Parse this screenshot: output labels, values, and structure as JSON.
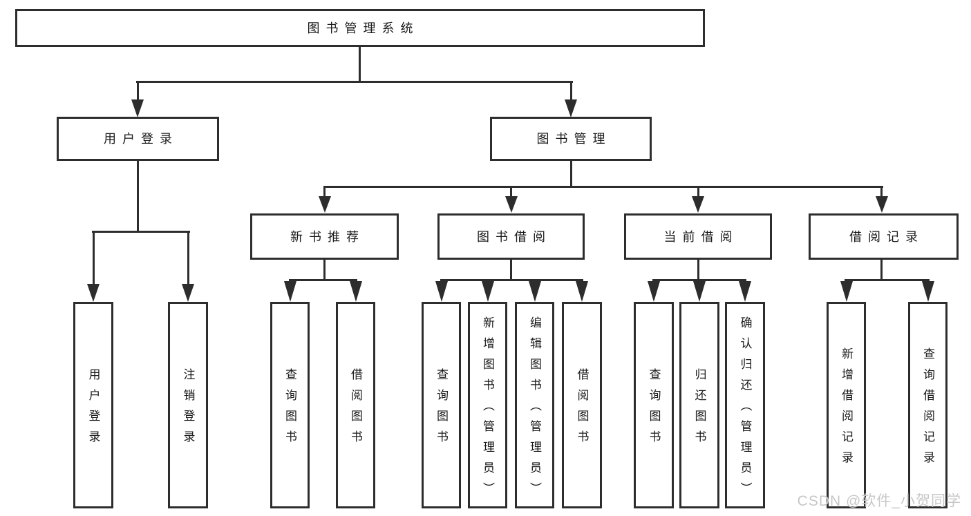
{
  "diagram": {
    "root": {
      "label": "图书管理系统"
    },
    "branches": [
      {
        "label": "用户登录",
        "children": [
          {
            "label": "用户登录"
          },
          {
            "label": "注销登录"
          }
        ]
      },
      {
        "label": "图书管理",
        "children": [
          {
            "label": "新书推荐",
            "children": [
              {
                "label": "查询图书"
              },
              {
                "label": "借阅图书"
              }
            ]
          },
          {
            "label": "图书借阅",
            "children": [
              {
                "label": "查询图书"
              },
              {
                "label": "新增图书（管理员）"
              },
              {
                "label": "编辑图书（管理员）"
              },
              {
                "label": "借阅图书"
              }
            ]
          },
          {
            "label": "当前借阅",
            "children": [
              {
                "label": "查询图书"
              },
              {
                "label": "归还图书"
              },
              {
                "label": "确认归还（管理员）"
              }
            ]
          },
          {
            "label": "借阅记录",
            "children": [
              {
                "label": "新增借阅记录"
              },
              {
                "label": "查询借阅记录"
              }
            ]
          }
        ]
      }
    ]
  },
  "watermark": {
    "text": "CSDN @软件_小贺同学"
  },
  "colors": {
    "line": "#2d2d2d",
    "box_border": "#2d2d2d",
    "box_background": "#ffffff",
    "text": "#1a1a1a",
    "watermark_text": "#c7c7c7",
    "page_background": "#ffffff"
  }
}
